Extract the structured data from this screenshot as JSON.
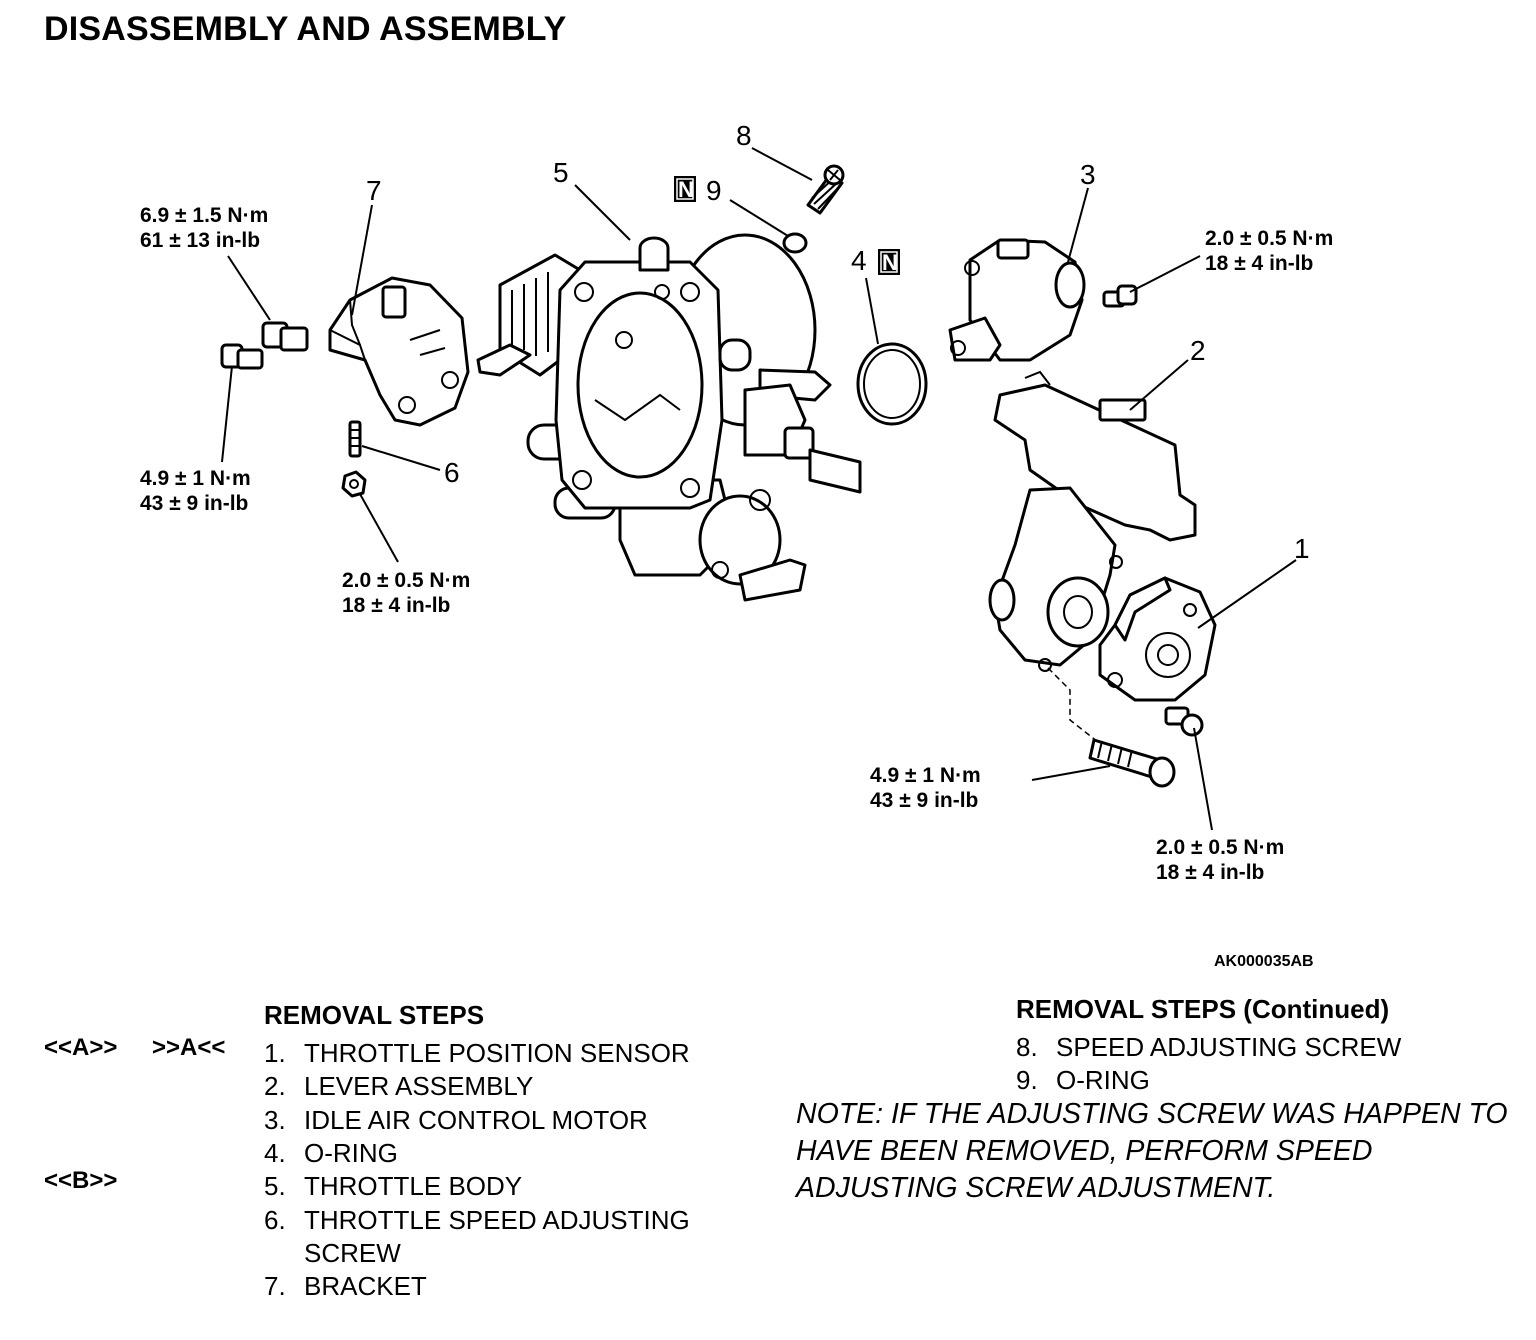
{
  "title": "DISASSEMBLY AND ASSEMBLY",
  "figure_id": "AK000035AB",
  "callouts": {
    "c1": "1",
    "c2": "2",
    "c3": "3",
    "c4": "4",
    "c5": "5",
    "c6": "6",
    "c7": "7",
    "c8": "8",
    "c9": "9",
    "new_part_mark": "N"
  },
  "torques": {
    "bracket_bolt": {
      "metric": "6.9 ± 1.5 N·m",
      "imperial": "61 ± 13 in-lb"
    },
    "bracket_lower_bolt": {
      "metric": "4.9 ± 1 N·m",
      "imperial": "43 ± 9 in-lb"
    },
    "speed_screw_nut": {
      "metric": "2.0 ± 0.5 N·m",
      "imperial": "18 ± 4 in-lb"
    },
    "iac_motor_screw": {
      "metric": "2.0 ± 0.5 N·m",
      "imperial": "18 ± 4 in-lb"
    },
    "lever_bolt": {
      "metric": "4.9 ± 1 N·m",
      "imperial": "43 ± 9 in-lb"
    },
    "tps_screw": {
      "metric": "2.0 ± 0.5 N·m",
      "imperial": "18 ± 4 in-lb"
    }
  },
  "removal_steps": {
    "heading": "REMOVAL STEPS",
    "items": [
      {
        "num": "1.",
        "label": "THROTTLE POSITION SENSOR"
      },
      {
        "num": "2.",
        "label": "LEVER ASSEMBLY"
      },
      {
        "num": "3.",
        "label": "IDLE AIR CONTROL MOTOR"
      },
      {
        "num": "4.",
        "label": "O-RING"
      },
      {
        "num": "5.",
        "label": "THROTTLE BODY"
      },
      {
        "num": "6.",
        "label": "THROTTLE SPEED ADJUSTING"
      },
      {
        "num": "",
        "label": "SCREW"
      },
      {
        "num": "7.",
        "label": "BRACKET"
      }
    ]
  },
  "removal_steps_continued": {
    "heading": "REMOVAL STEPS (Continued)",
    "items": [
      {
        "num": "8.",
        "label": "SPEED ADJUSTING SCREW"
      },
      {
        "num": "9.",
        "label": "O-RING"
      }
    ]
  },
  "service_codes": {
    "step1_removal": "<<A>>",
    "step1_installation": ">>A<<",
    "step5_removal": "<<B>>"
  },
  "note": "NOTE: IF THE ADJUSTING SCREW WAS HAPPEN TO HAVE BEEN REMOVED, PERFORM SPEED ADJUSTING SCREW ADJUSTMENT."
}
